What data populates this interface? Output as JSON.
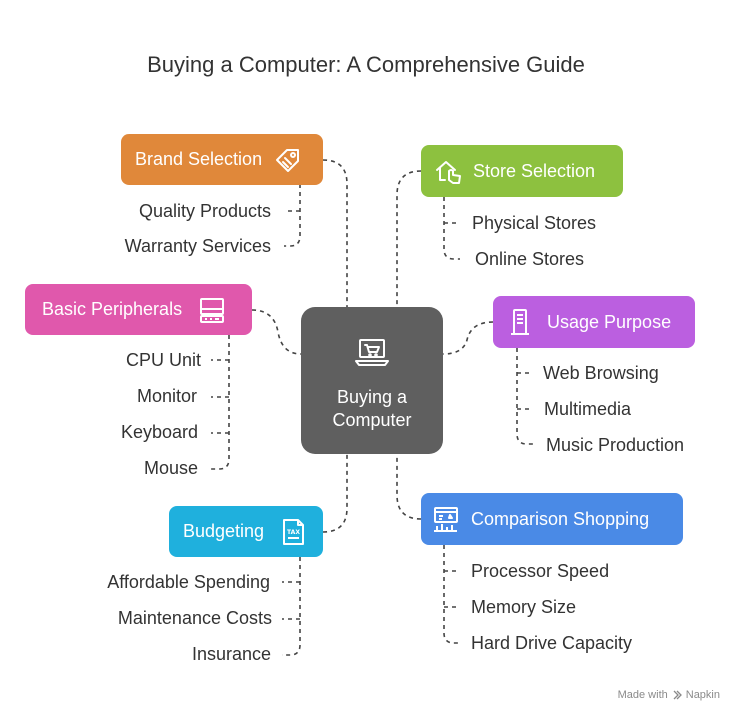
{
  "title": "Buying a Computer: A Comprehensive Guide",
  "center": {
    "line1": "Buying a",
    "line2": "Computer",
    "icon": "laptop-cart-icon"
  },
  "colors": {
    "brand": "#e0883a",
    "store": "#8dc13f",
    "peripherals": "#e058ac",
    "usage": "#bb5fe0",
    "budget": "#1fb0dd",
    "comparison": "#4a8ae6",
    "center": "#5f5f5f"
  },
  "branches": {
    "brand": {
      "label": "Brand Selection",
      "icon": "tag-icon",
      "items": [
        "Quality Products",
        "Warranty Services"
      ]
    },
    "store": {
      "label": "Store Selection",
      "icon": "house-hand-icon",
      "items": [
        "Physical Stores",
        "Online Stores"
      ]
    },
    "peripherals": {
      "label": "Basic Peripherals",
      "icon": "computer-icon",
      "items": [
        "CPU Unit",
        "Monitor",
        "Keyboard",
        "Mouse"
      ]
    },
    "usage": {
      "label": "Usage Purpose",
      "icon": "tower-icon",
      "items": [
        "Web Browsing",
        "Multimedia",
        "Music Production"
      ]
    },
    "budget": {
      "label": "Budgeting",
      "icon": "tax-document-icon",
      "items": [
        "Affordable Spending",
        "Maintenance Costs",
        "Insurance"
      ]
    },
    "comparison": {
      "label": "Comparison Shopping",
      "icon": "compare-chart-icon",
      "items": [
        "Processor Speed",
        "Memory Size",
        "Hard Drive Capacity"
      ]
    }
  },
  "footer": {
    "text": "Made with",
    "brand": "Napkin"
  }
}
